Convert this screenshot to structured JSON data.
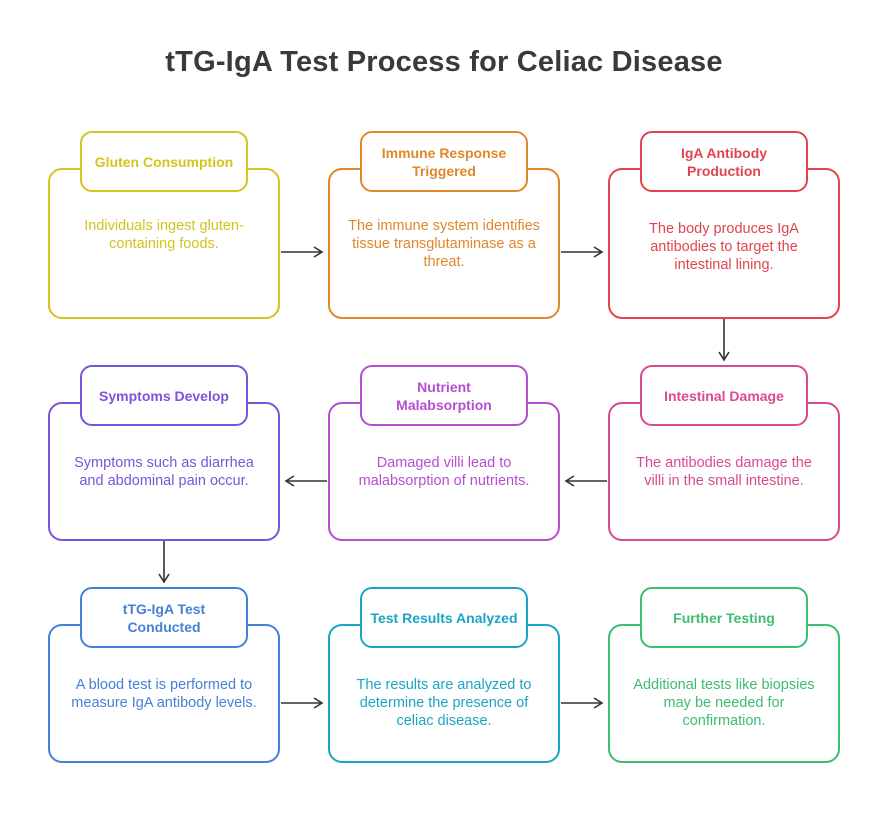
{
  "title": "tTG-IgA Test Process for Celiac Disease",
  "steps": [
    {
      "heading": "Gluten Consumption",
      "body": "Individuals ingest gluten-containing foods.",
      "color": "#d4c41e"
    },
    {
      "heading": "Immune Response Triggered",
      "body": "The immune system identifies tissue transglutaminase as a threat.",
      "color": "#e0872b"
    },
    {
      "heading": "IgA Antibody Production",
      "body": "The body produces IgA antibodies to target the intestinal lining.",
      "color": "#e0454f"
    },
    {
      "heading": "Intestinal Damage",
      "body": "The antibodies damage the villi in the small intestine.",
      "color": "#d94a8f"
    },
    {
      "heading": "Nutrient Malabsorption",
      "body": "Damaged villi lead to malabsorption of nutrients.",
      "color": "#b54fd0"
    },
    {
      "heading": "Symptoms Develop",
      "body": "Symptoms such as diarrhea and abdominal pain occur.",
      "color": "#7a55d8"
    },
    {
      "heading": "tTG-IgA Test Conducted",
      "body": "A blood test is performed to measure IgA antibody levels.",
      "color": "#4680d8"
    },
    {
      "heading": "Test Results Analyzed",
      "body": "The results are analyzed to determine the presence of celiac disease.",
      "color": "#1ba5c4"
    },
    {
      "heading": "Further Testing",
      "body": "Additional tests like biopsies may be needed for confirmation.",
      "color": "#3ebc72"
    }
  ]
}
